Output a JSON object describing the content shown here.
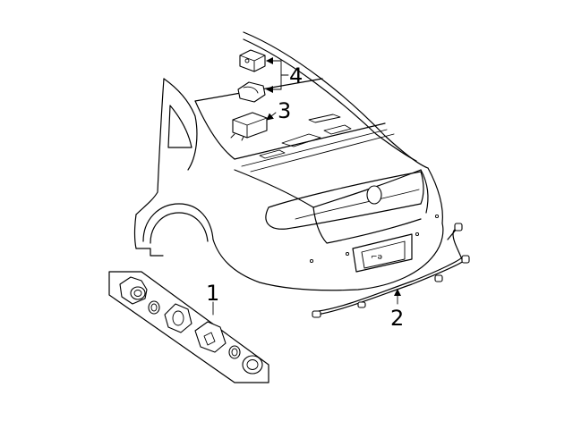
{
  "callouts": {
    "part_1": "1",
    "part_2": "2",
    "part_3": "3",
    "part_4": "4"
  },
  "emblem_text": "⌐ə"
}
